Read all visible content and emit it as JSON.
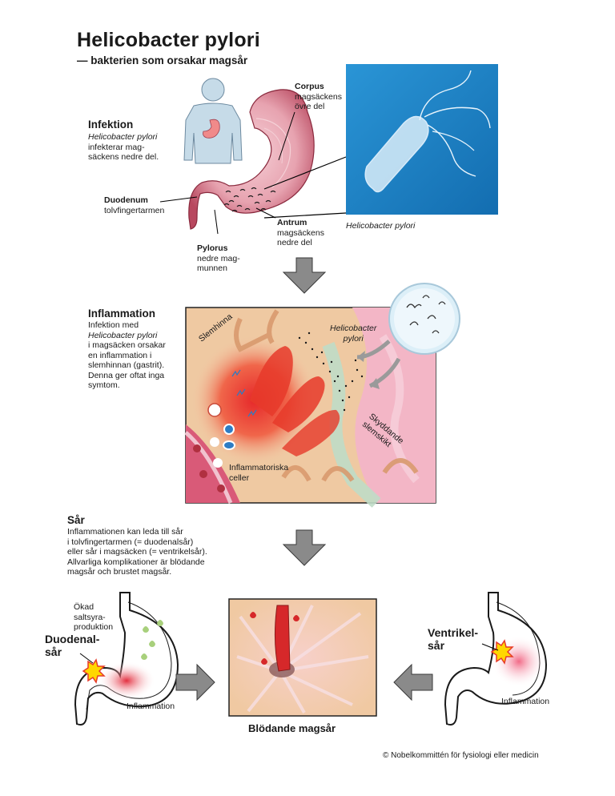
{
  "title": "Helicobacter pylori",
  "subtitle": "— bakterien som orsakar magsår",
  "infektion": {
    "heading": "Infektion",
    "line1": "Helicobacter pylori",
    "line2": "infekterar mag-",
    "line3": "säckens nedre del."
  },
  "labels": {
    "corpus_title": "Corpus",
    "corpus_1": "magsäckens",
    "corpus_2": "övre del",
    "duodenum_title": "Duodenum",
    "duodenum_1": "tolvfingertarmen",
    "pylorus_title": "Pylorus",
    "pylorus_1": "nedre mag-",
    "pylorus_2": "munnen",
    "antrum_title": "Antrum",
    "antrum_1": "magsäckens",
    "antrum_2": "nedre del",
    "photo_caption": "Helicobacter pylori"
  },
  "inflammation": {
    "heading": "Inflammation",
    "line1": "Infektion med",
    "line2": "Helicobacter pylori",
    "line3": "i magsäcken orsakar",
    "line4": "en inflammation i",
    "line5": "slemhinnan (gastrit).",
    "line6": "Denna ger oftat inga",
    "line7": "symtom.",
    "slemhinna": "Slemhinna",
    "hp_1": "Helicobacter",
    "hp_2": "pylori",
    "skydd_1": "Skyddande",
    "skydd_2": "slemskikt",
    "cells_1": "Inflammatoriska",
    "cells_2": "celler"
  },
  "sar": {
    "heading": "Sår",
    "line1": "Inflammationen kan leda till sår",
    "line2": "i tolvfingertarmen (= duodenalsår)",
    "line3": "eller sår i magsäcken (= ventrikelsår).",
    "line4": "Allvarliga komplikationer är blödande",
    "line5": "magsår och brustet magsår."
  },
  "bottom": {
    "okad_1": "Ökad",
    "okad_2": "saltsyra-",
    "okad_3": "produktion",
    "duodenal_1": "Duodenal-",
    "duodenal_2": "sår",
    "inflammation_left": "Inflammation",
    "ventrikel_1": "Ventrikel-",
    "ventrikel_2": "sår",
    "inflammation_right": "Inflammation",
    "bleeding_caption": "Blödande magsår"
  },
  "credit": "© Nobelkommittén för fysiologi eller medicin",
  "colors": {
    "stomach_pink": "#e7a3b0",
    "stomach_dark": "#b8485f",
    "photo_blue": "#1f86c9",
    "arrow_gray": "#8a8a8a",
    "mucosa_tan": "#efc9a2",
    "inflamed_red": "#e63a2a",
    "tissue_pink": "#f2b8c8"
  }
}
